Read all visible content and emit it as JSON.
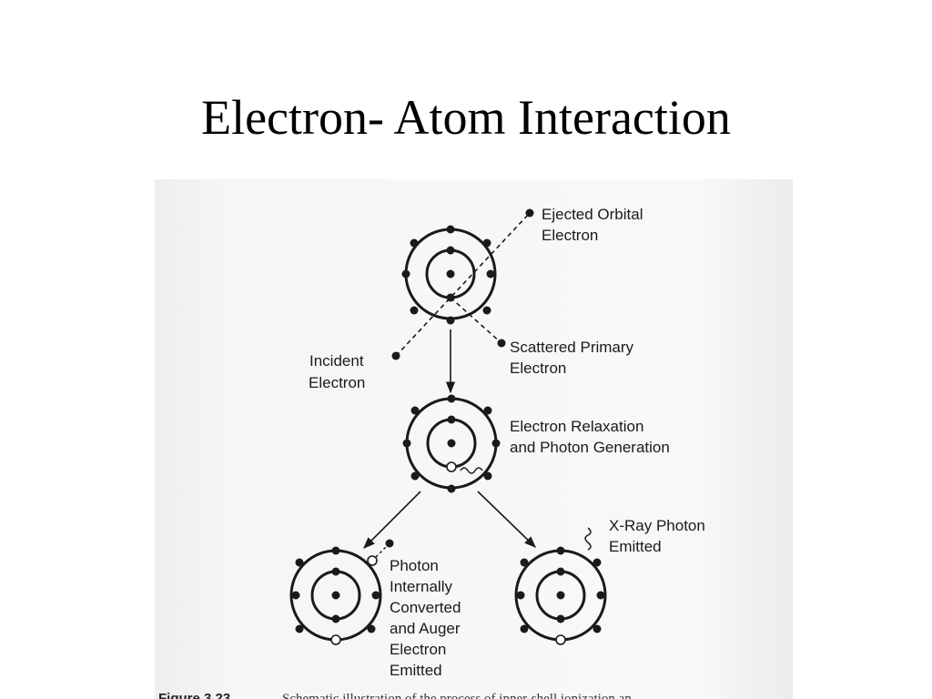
{
  "slide": {
    "title": "Electron- Atom Interaction"
  },
  "figure": {
    "labels": {
      "ejected_line1": "Ejected Orbital",
      "ejected_line2": "Electron",
      "incident_line1": "Incident",
      "incident_line2": "Electron",
      "scattered_line1": "Scattered Primary",
      "scattered_line2": "Electron",
      "relaxation_line1": "Electron Relaxation",
      "relaxation_line2": "and Photon Generation",
      "xray_line1": "X-Ray Photon",
      "xray_line2": "Emitted",
      "auger_line1": "Photon",
      "auger_line2": "Internally",
      "auger_line3": "Converted",
      "auger_line4": "and Auger",
      "auger_line5": "Electron",
      "auger_line6": "Emitted"
    },
    "caption": {
      "prefix": "Figure 3.23",
      "text": "Schematic illustration of the process of inner-shell ionization an"
    },
    "colors": {
      "ink": "#1a1a1a",
      "paper": "#f6f6f4"
    }
  }
}
